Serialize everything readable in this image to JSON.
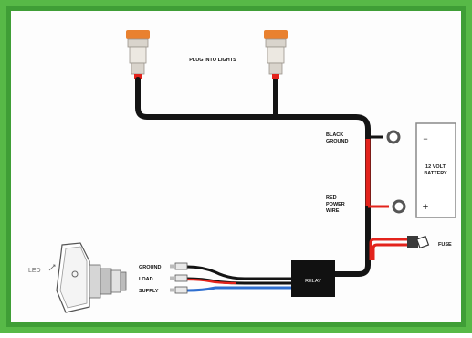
{
  "labels": {
    "plug_into_lights": "PLUG INTO LIGHTS",
    "black_ground": [
      "BLACK",
      "GROUND"
    ],
    "red_power_wire": [
      "RED",
      "POWER",
      "WIRE"
    ],
    "battery": [
      "12 VOLT",
      "BATTERY"
    ],
    "battery_neg": "−",
    "battery_pos": "+",
    "fuse": "FUSE",
    "relay": "RELAY",
    "switch_ground": "GROUND",
    "switch_load": "LOAD",
    "switch_supply": "SUPPLY",
    "led_mark": "LED"
  },
  "colors": {
    "frame_green": "#57b947",
    "frame_inner": "#3f9e36",
    "wire_black": "#141414",
    "wire_red": "#e3231c",
    "wire_blue": "#2f6fd0",
    "connector_orange": "#e9812f",
    "connector_grey": "#d9d4cc",
    "relay_black": "#111111",
    "battery_border": "#8a8a8a"
  }
}
